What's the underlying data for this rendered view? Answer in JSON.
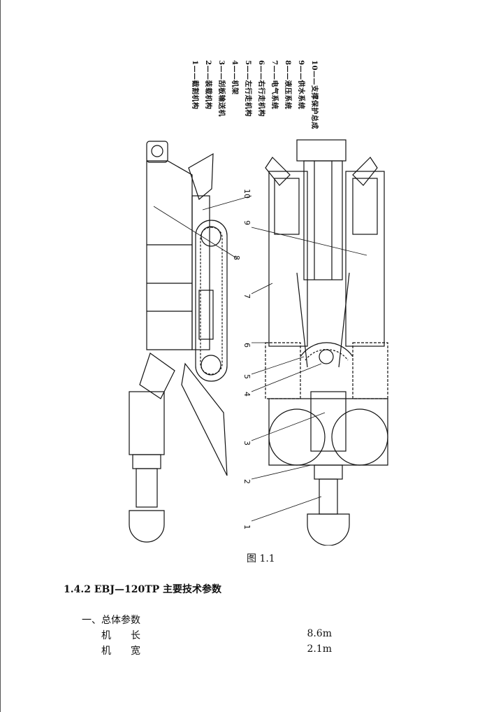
{
  "legend": [
    "1——截割机构",
    "2——装载机构",
    "3——刮板输送机",
    "4——机架",
    "5——左行走机构",
    "6——右行走机构",
    "7——电气系统",
    "8——液压系统",
    "9——供水系统",
    "10——支撑保护总成"
  ],
  "callouts": [
    "1",
    "2",
    "3",
    "4",
    "5",
    "6",
    "7",
    "8",
    "9",
    "10"
  ],
  "figure_caption": "图 1.1",
  "section_heading": "1.4.2 EBJ—120TP 主要技术参数",
  "subsection": "一、总体参数",
  "params": [
    {
      "k1": "机",
      "k2": "长",
      "value": "8.6m"
    },
    {
      "k1": "机",
      "k2": "宽",
      "value": "2.1m"
    }
  ]
}
